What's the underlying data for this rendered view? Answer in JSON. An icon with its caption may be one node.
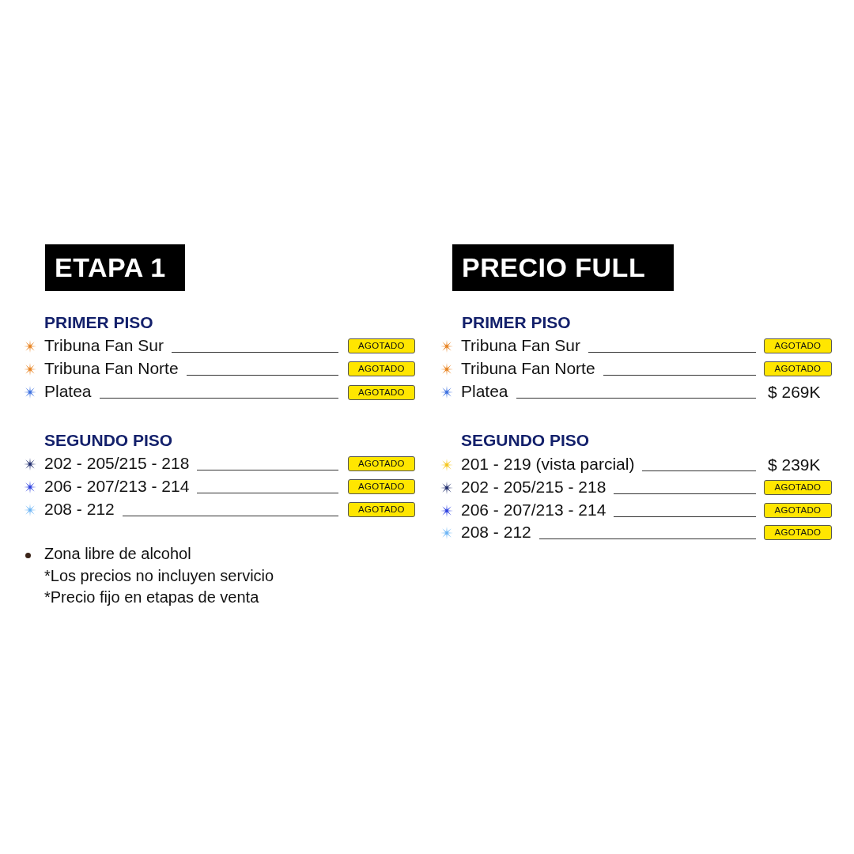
{
  "diagram": {
    "labels": [
      "ETAPA 1",
      "PRIMER PISO",
      "Tribuna Fan Sur",
      "AGOTADO",
      "Tribuna Fan Norte",
      "AGOTADO",
      "Platea",
      "AGOTADO",
      "SEGUNDO PISO",
      "202 - 205/215 - 218",
      "AGOTADO",
      "206 - 207/213 - 214",
      "AGOTADO",
      "208 - 212",
      "AGOTADO",
      "Zona libre de alcohol",
      "*Los precios no incluyen servicio",
      "*Precio fijo en etapas de venta",
      "PRECIO FULL",
      "PRIMER PISO",
      "Tribuna Fan Sur",
      "AGOTADO",
      "Tribuna Fan Norte",
      "AGOTADO",
      "Platea",
      "$ 269K",
      "SEGUNDO PISO",
      "201 - 219 (vista parcial)",
      "$ 239K",
      "202 - 205/215 - 218",
      "AGOTADO",
      "206 - 207/213 - 214",
      "AGOTADO",
      "208 - 212",
      "AGOTADO"
    ]
  }
}
